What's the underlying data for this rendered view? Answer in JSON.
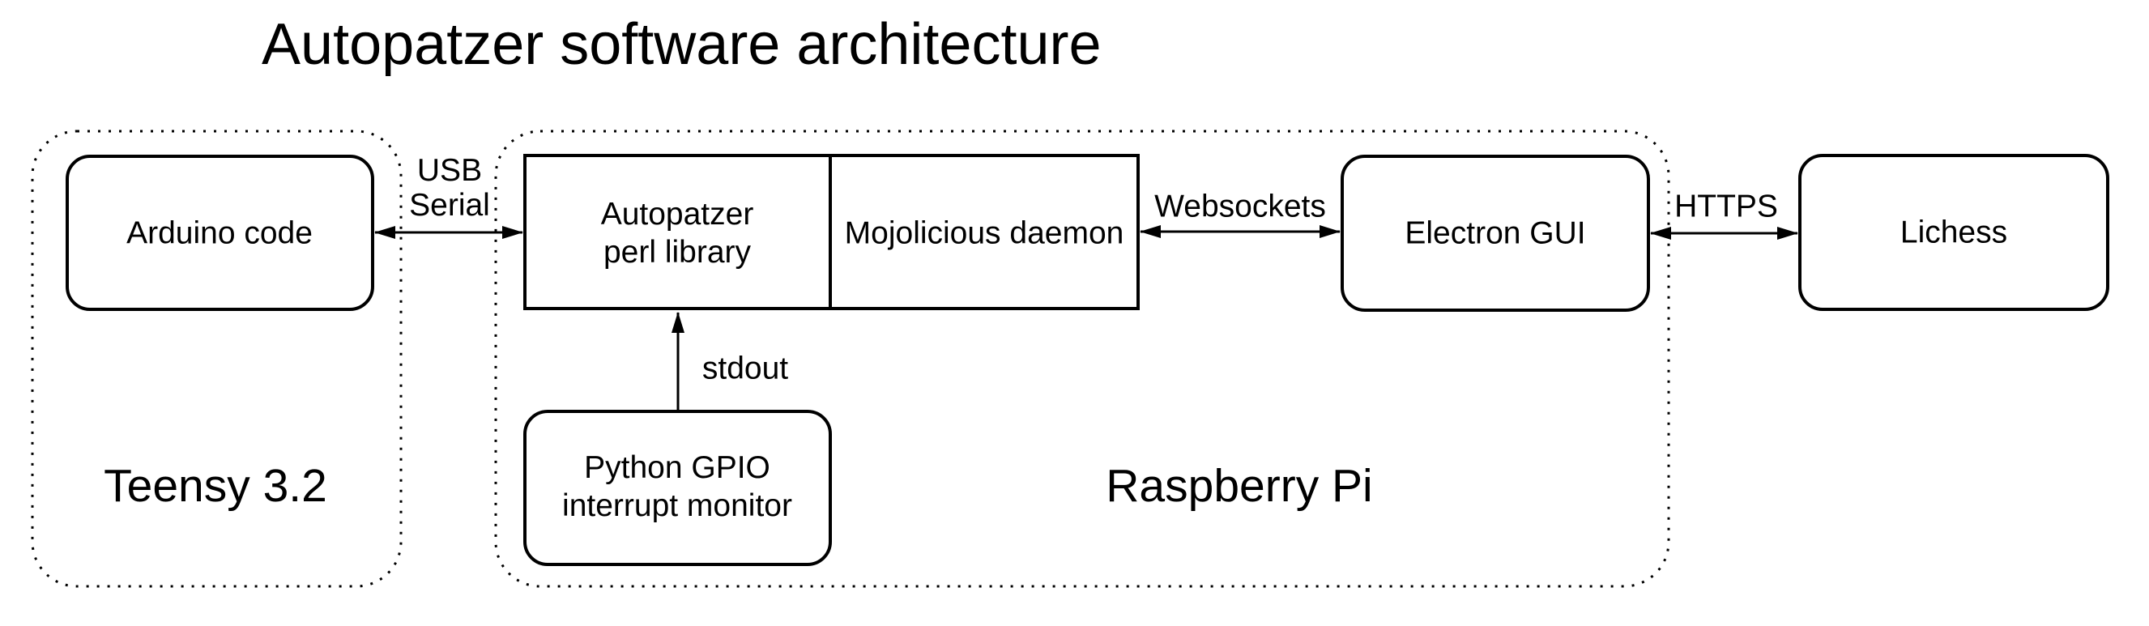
{
  "title": "Autopatzer software architecture",
  "colors": {
    "ink": "#000000",
    "background": "#ffffff"
  },
  "groups": {
    "teensy": {
      "label": "Teensy 3.2"
    },
    "raspberry_pi": {
      "label": "Raspberry Pi"
    }
  },
  "nodes": {
    "arduino": {
      "label": "Arduino code"
    },
    "autopatzer": {
      "line1": "Autopatzer",
      "line2": "perl library"
    },
    "mojolicious": {
      "label": "Mojolicious daemon"
    },
    "python_gpio": {
      "line1": "Python GPIO",
      "line2": "interrupt monitor"
    },
    "electron": {
      "label": "Electron GUI"
    },
    "lichess": {
      "label": "Lichess"
    }
  },
  "connectors": {
    "usb_serial": {
      "line1": "USB",
      "line2": "Serial"
    },
    "stdout": {
      "label": "stdout"
    },
    "websockets": {
      "label": "Websockets"
    },
    "https": {
      "label": "HTTPS"
    }
  }
}
